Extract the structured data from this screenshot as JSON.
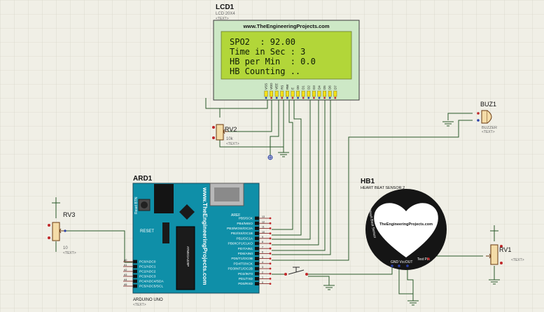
{
  "lcd": {
    "ref": "LCD1",
    "model": "LCD 20X4",
    "text_tag": "<TEXT>",
    "banner": "www.TheEngineeringProjects.com",
    "lines": [
      "SPO2  : 92.00",
      "Time in Sec : 3",
      "HB per Min  : 0.0",
      "HB Counting .."
    ],
    "pins": [
      "VSS",
      "VDD",
      "VEE",
      "RS",
      "RW",
      "E",
      "D0",
      "D1",
      "D2",
      "D3",
      "D4",
      "D5",
      "D6",
      "D7"
    ]
  },
  "rv2": {
    "ref": "RV2",
    "value": "10k",
    "text_tag": "<TEXT>"
  },
  "buzzer": {
    "ref": "BUZ1",
    "model": "BUZZER",
    "text_tag": "<TEXT>"
  },
  "arduino": {
    "ref": "ARD1",
    "model": "ARDUINO UNO",
    "text_tag": "<TEXT>",
    "board_text": "www.TheEngineeringProjects.com",
    "reset_label": "Reset BTN",
    "aref_label": "AREF",
    "reset_pin": "RESET",
    "chip_label": "ATMEGA328P",
    "digital_pins": [
      "PB5/SCK",
      "PB4/MISO",
      "PB3/MOSI/OC2A",
      "PB2/SS/OC1B",
      "PB1/OC1A",
      "PB0/ICP1/CLKO",
      "PD7/AIN1",
      "PD6/AIN0",
      "PD5/T1/OC0B",
      "PD4/T0/XCK",
      "PD3/INT1/OC2B",
      "PD2/INT0",
      "PD1/TXD",
      "PD0/RXD"
    ],
    "analog_pins": [
      "PC0/ADC0",
      "PC1/ADC1",
      "PC2/ADC2",
      "PC3/ADC3",
      "PC4/ADC4/SDA",
      "PC5/ADC5/SCL"
    ],
    "pin_numbers": [
      "13",
      "12",
      "11",
      "10",
      "9",
      "8",
      "7",
      "6",
      "5",
      "4",
      "3",
      "2",
      "1",
      "0"
    ],
    "analog_numbers": [
      "A0",
      "A1",
      "A2",
      "A3",
      "A4",
      "A5"
    ]
  },
  "rv3": {
    "ref": "RV3",
    "value": "10",
    "text_tag": "<TEXT>"
  },
  "hb": {
    "ref": "HB1",
    "model": "HEART BEAT SENSOR 2",
    "heart_text": "TheEngineeringProjects.com",
    "side_label": "Heart Beat Sensor",
    "test_pin_label": "Test Pin",
    "bottom_label": "GND VccOUT"
  },
  "rv1": {
    "ref": "RV1",
    "text_tag": "<TEXT>"
  }
}
